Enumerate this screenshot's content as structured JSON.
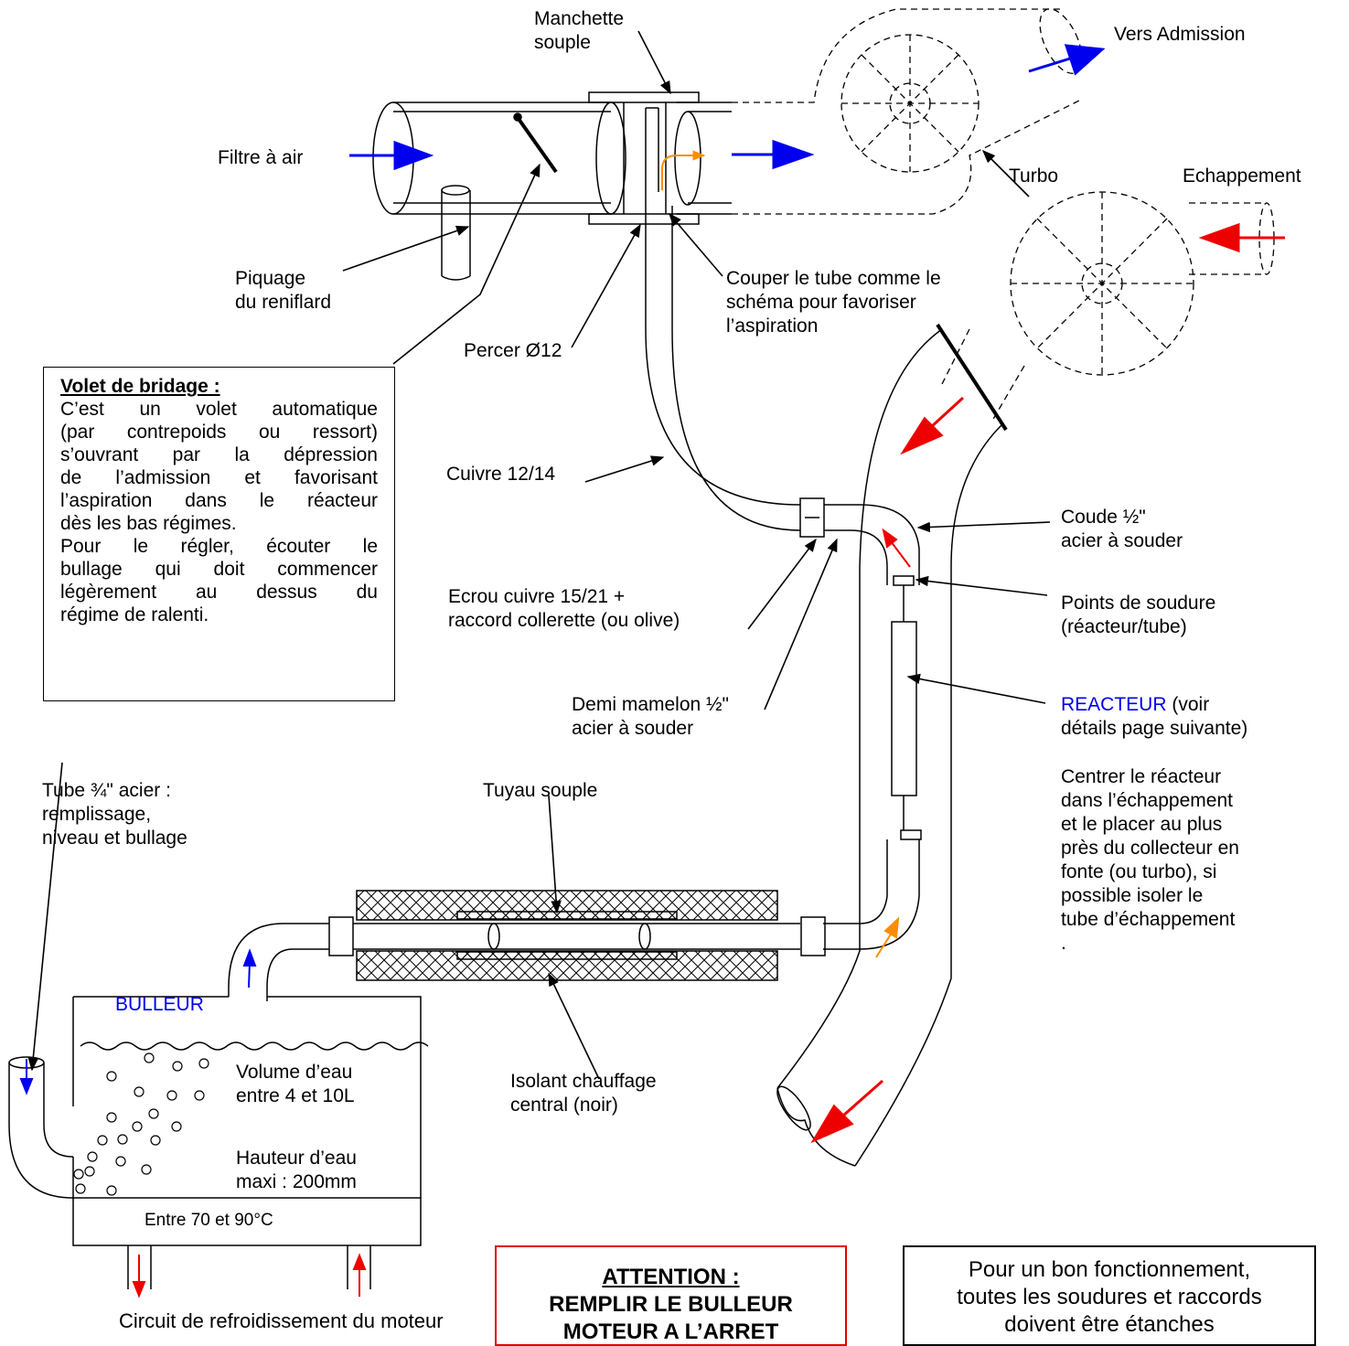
{
  "labels": {
    "manchette": [
      "Manchette",
      "souple"
    ],
    "vers_admission": "Vers Admission",
    "filtre_air": "Filtre à air",
    "turbo": "Turbo",
    "echappement": "Echappement",
    "piquage": [
      "Piquage",
      "du reniflard"
    ],
    "couper": [
      "Couper le tube comme le",
      "schéma pour favoriser",
      "l’aspiration"
    ],
    "percer": "Percer Ø12",
    "cuivre": "Cuivre 12/14",
    "coude": [
      "Coude ½\"",
      "acier à souder"
    ],
    "points": [
      "Points de soudure",
      "(réacteur/tube)"
    ],
    "ecrou": [
      "Ecrou cuivre 15/21 +",
      "raccord collerette (ou olive)"
    ],
    "demi": [
      "Demi mamelon ½\"",
      "acier à souder"
    ],
    "reacteur_word": "REACTEUR",
    "reacteur_rest": " (voir",
    "reacteur_line2": "détails page suivante)",
    "centrer": [
      "Centrer le réacteur",
      "dans l’échappement",
      "et le placer au plus",
      "près du collecteur en",
      "fonte (ou turbo), si",
      "possible isoler le",
      "tube d’échappement",
      "."
    ],
    "tube34": [
      "Tube ¾\"  acier :",
      "remplissage,",
      "niveau et bullage"
    ],
    "tuyau": "Tuyau souple",
    "bulleur": "BULLEUR",
    "volume": [
      "Volume d’eau",
      "entre 4 et 10L"
    ],
    "hauteur": [
      "Hauteur d’eau",
      "maxi : 200mm"
    ],
    "isolant": [
      "Isolant chauffage",
      "central (noir)"
    ],
    "entre": "Entre 70 et 90°C",
    "circuit": "Circuit de refroidissement du moteur"
  },
  "volet": {
    "title": "Volet de bridage :",
    "lines": [
      "C’est un volet automatique",
      "(par contrepoids ou ressort)",
      "s’ouvrant par la dépression",
      "de l’admission et favorisant",
      "l’aspiration dans le réacteur",
      "dès les bas régimes.",
      "Pour le régler, écouter le",
      "bullage qui doit commencer",
      "légèrement au dessus du",
      "régime de ralenti."
    ]
  },
  "attention": [
    "ATTENTION :",
    "REMPLIR LE BULLEUR",
    "MOTEUR A L’ARRET"
  ],
  "note": [
    "Pour un bon fonctionnement,",
    "toutes les soudures et raccords",
    "doivent être étanches"
  ],
  "colors": {
    "blue_arrow": "#0000ee",
    "red_arrow": "#ee0000",
    "orange_arrow": "#ff8c00",
    "attention_border": "#e00000"
  }
}
